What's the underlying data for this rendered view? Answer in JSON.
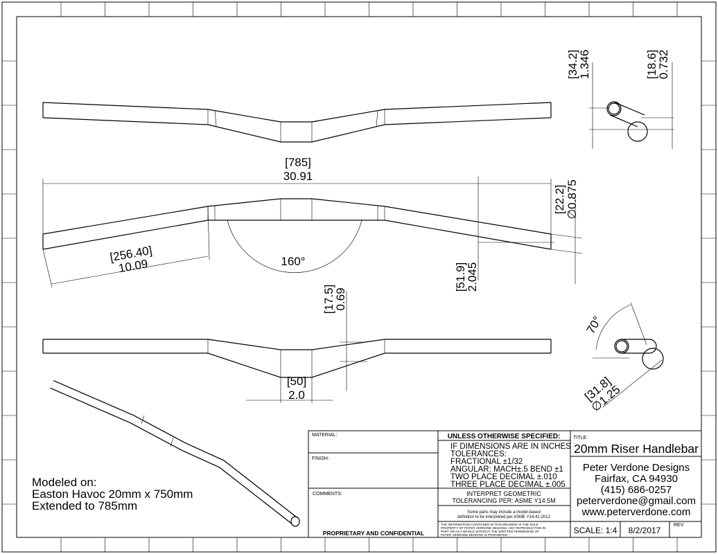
{
  "dimensions": {
    "overall_width_mm": "[785]",
    "overall_width_in": "30.91",
    "section_length_mm": "[256.40]",
    "section_length_in": "10.09",
    "sweep_angle": "160°",
    "end_dia_mm": "[22.2]",
    "end_dia_in": "∅0.875",
    "rise_mm": "[51.9]",
    "rise_in": "2.045",
    "backsweep_mm": "[17.5]",
    "backsweep_in": "0.69",
    "clamp_width_mm": "[50]",
    "clamp_width_in": "2.0",
    "side_height_mm": "[34.2]",
    "side_height_in": "1.346",
    "side_offset_mm": "[18.6]",
    "side_offset_in": "0.732",
    "upsweep_angle": "70°",
    "clamp_dia_mm": "[31.8]",
    "clamp_dia_in": "∅1.25"
  },
  "note": {
    "line1": "Modeled on:",
    "line2": "Easton Havoc 20mm x 750mm",
    "line3": "Extended to 785mm"
  },
  "title_block": {
    "material_label": "MATERIAL:",
    "finish_label": "FINISH:",
    "comments_label": "COMMENTS:",
    "proprietary": "PROPRIETARY AND CONFIDENTIAL",
    "unless_header": "UNLESS OTHERWISE SPECIFIED:",
    "tolerances": [
      "IF DIMENSIONS ARE IN INCHES",
      "TOLERANCES:",
      "FRACTIONAL ±1/32",
      "ANGULAR: MACH±.5   BEND ±1",
      "TWO PLACE DECIMAL    ±.010",
      "THREE PLACE DECIMAL  ±.005"
    ],
    "interpret_1": "INTERPRET GEOMETRIC",
    "interpret_2": "TOLERANCING PER: ASME Y14.5M",
    "model_based_1": "Some parts may include a model-based",
    "model_based_2": "definition to be interpreted per ASME Y14.41-2012",
    "disclaimer": [
      "THE INFORMATION CONTAINED IN THIS DRAWING IS THE SOLE",
      "PROPERTY OF PETER VERDONE DESIGNS. ANY REPRODUCTION IN",
      "PART OR AS A WHOLE WITHOUT THE WRITTEN PERMISSION OF",
      "PETER VERDONE DESIGNS IS PROHIBITED."
    ],
    "title_label": "TITLE:",
    "title": "20mm Riser Handlebar",
    "company": "Peter Verdone Designs",
    "address": "Fairfax, CA 94930",
    "phone": "(415) 686-0257",
    "email": "peterverdone@gmail.com",
    "website": "www.peterverdone.com",
    "scale": "SCALE: 1:4",
    "date": "8/2/2017",
    "rev_label": "REV"
  }
}
